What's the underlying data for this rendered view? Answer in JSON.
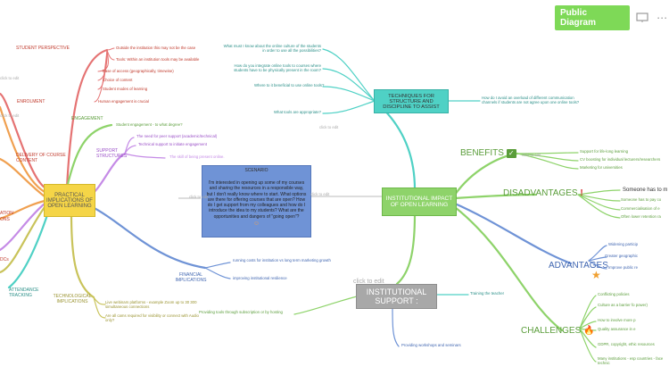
{
  "header": {
    "public_label": "Public Diagram",
    "icon_present": "presentation-icon",
    "icon_more": "more-icon"
  },
  "colors": {
    "teal": "#4fd1c5",
    "green": "#8ed36a",
    "blue": "#6f93d6",
    "red": "#e57373",
    "purple": "#c58be6",
    "olive": "#c9c35a",
    "orange": "#f0a050",
    "gray": "#9e9e9e"
  },
  "nodes": {
    "practical": "PRACTICAL IMPLICATIONS OF OPEN LEARNING",
    "institutional_impact": "INSTITUTIONAL IMPACT OF OPEN LEARNING",
    "techniques": "TECHNIQUES FOR STRUCTURE AND DISCIPLINE TO ASSIST",
    "support": "INSTITUTIONAL SUPPORT :",
    "scenario_title": "SCENARIO",
    "scenario_text": "I'm interested in opening up some of my courses and sharing the resources in a responsible way, but I don't really know where to start. What options are there for offering courses that are open? How do I get support from my colleagues and how do I introduce the idea to my students? What are the opportunities and dangers of \"going open\"?"
  },
  "left": {
    "student_perspective": "STUDENT PERSPECTIVE",
    "enrolment": "ENROLMENT",
    "delivery": "DELIVERY OF COURSE CONTENT",
    "ation": "ATION",
    "ons": "ONS",
    "dcs": "DCs",
    "attendance": "ATTENDANCE TRACKING",
    "click_1": "click to edit",
    "click_2": "click to edit"
  },
  "student_items": [
    "Outside the institution this may not be the case",
    "Tools: Within an institution tools may be available",
    "Ease of access (geographically, timewise)",
    "Choice of content",
    "Student modes of learning",
    "Human engagement is crucial"
  ],
  "engagement": {
    "label": "ENGAGEMENT",
    "item": "Student engagement - to what degree?"
  },
  "support_structures": {
    "label": "SUPPORT STRUCTURES",
    "items": [
      "The need for peer support (academic/technical)",
      "Technical support to initiate engagement",
      "The skill of being present online."
    ]
  },
  "financial": {
    "label": "FINANCIAL IMPLICATIONS",
    "items": [
      "running costs for institution vs long term marketing growth",
      "improving institutional resilience"
    ]
  },
  "technological": {
    "label": "TECHNOLOGICAL IMPLICATIONS",
    "items": [
      "Live webinars platforms - example Zoom up to 30 300 simultaneous connections",
      "Are all cams required for visibility or connect with Audio only?"
    ]
  },
  "techniques_items": [
    "What must I know about the online culture of the students in order to use all the possibilities?",
    "How do you integrate online tools to courses where students have to be physically present in the room?",
    "Where to it beneficial to use online tools?",
    "What tools are appropriate?"
  ],
  "techniques_right": "How do I avoid an overload of different communication channels if students are not agree upon one online tools?",
  "benefits": {
    "label": "BENEFITS",
    "items": [
      "Support for life-long learning",
      "CV boosting for individual lecturers/researchers",
      "Marketing for universities"
    ]
  },
  "disadvantages": {
    "label": "DISADVANTAGES",
    "items": [
      "Someone has to m",
      "Someone has to pay co",
      "Commercialisation of e",
      "Often lower retention ra"
    ]
  },
  "advantages": {
    "label": "ADVANTAGES",
    "items": [
      "Widening particip",
      "Greater geographic",
      "Improve public re"
    ]
  },
  "challenges": {
    "label": "CHALLENGES",
    "items": [
      "Conflicting policies",
      "Culture as a barrier fo power)",
      "How to involve more p",
      "Quality assurance in e",
      "GDPR, copyright, ethic resources",
      "Many institutions - esp countries - face technic"
    ]
  },
  "support_items": [
    "Training the teacher",
    "Providing tools through subscription or by hosting",
    "Providing workshops and seminars"
  ],
  "edit": {
    "c1": "click to edit",
    "c2": "click to edit",
    "c3": "click to edit",
    "c4": "click to edit",
    "c5": "click to edit",
    "c6": "click to edit"
  }
}
